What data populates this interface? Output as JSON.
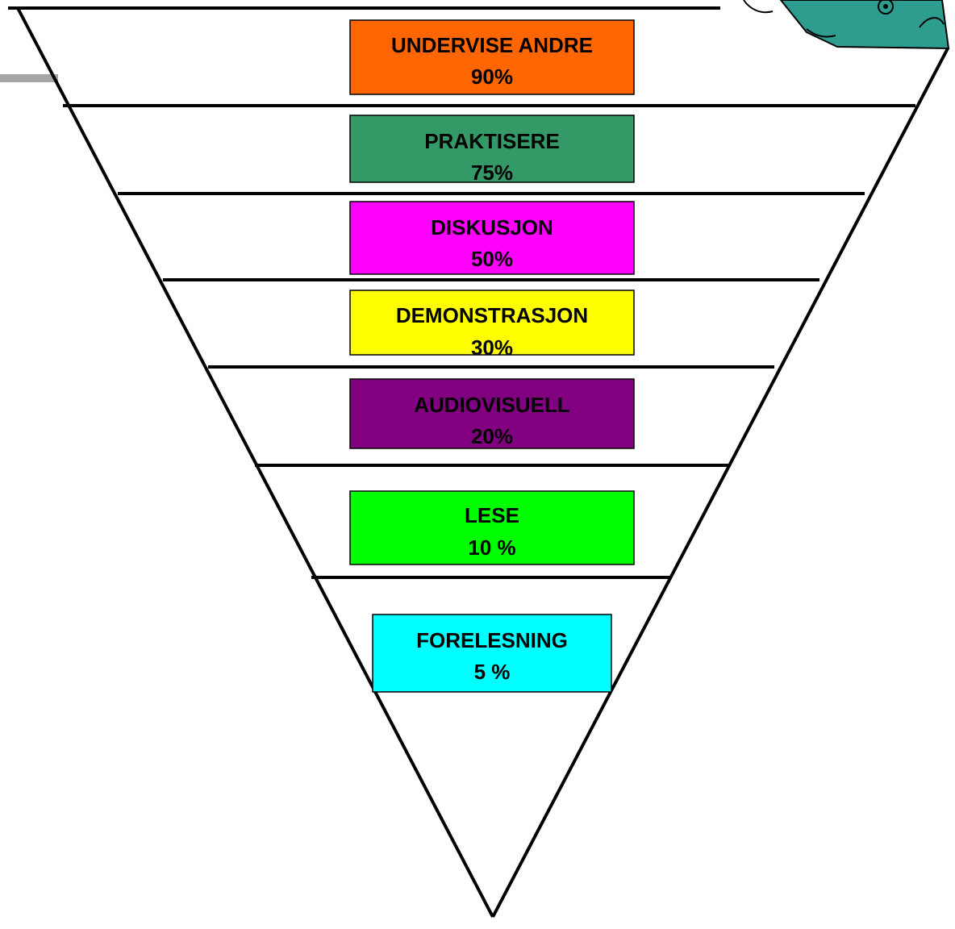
{
  "pyramid": {
    "levels": [
      {
        "label": "UNDERVISE ANDRE",
        "value": "90%",
        "fill": "#ff6600"
      },
      {
        "label": "PRAKTISERE",
        "value": "75%",
        "fill": "#339966"
      },
      {
        "label": "DISKUSJON",
        "value": "50%",
        "fill": "#ff00ff"
      },
      {
        "label": "DEMONSTRASJON",
        "value": "30%",
        "fill": "#ffff00"
      },
      {
        "label": "AUDIOVISUELL",
        "value": "20%",
        "fill": "#800080"
      },
      {
        "label": "LESE",
        "value": "10 %",
        "fill": "#00ff00"
      },
      {
        "label": "FORELESNING",
        "value": "5 %",
        "fill": "#00ffff"
      }
    ]
  },
  "colors": {
    "outline": "#000000",
    "accent_bar": "#a6a6a6",
    "cartoon_teal": "#2e9d8f"
  },
  "decor": {
    "cartoon": "cartoon-figure-icon"
  }
}
